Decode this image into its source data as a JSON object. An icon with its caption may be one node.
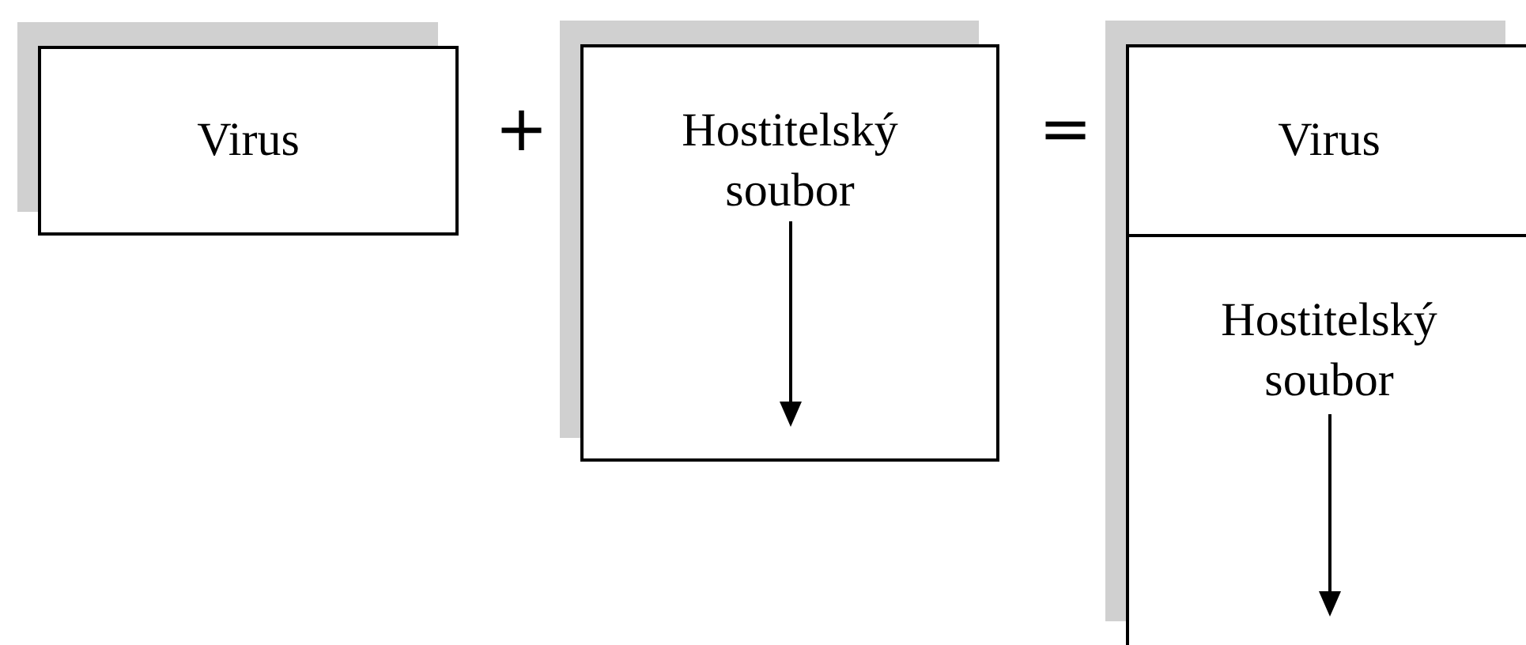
{
  "diagram": {
    "nodes": [
      {
        "text": [
          "Virus"
        ]
      },
      {
        "text": [
          "Hostitelský soubor"
        ]
      },
      {
        "text": [],
        "shape": "box"
      },
      {
        "text": [
          "Virus"
        ],
        "in": 2
      },
      {
        "text": [
          "Hostitelský soubor"
        ],
        "in": 2
      }
    ],
    "edges": [],
    "labels": [
      "+",
      "="
    ]
  }
}
